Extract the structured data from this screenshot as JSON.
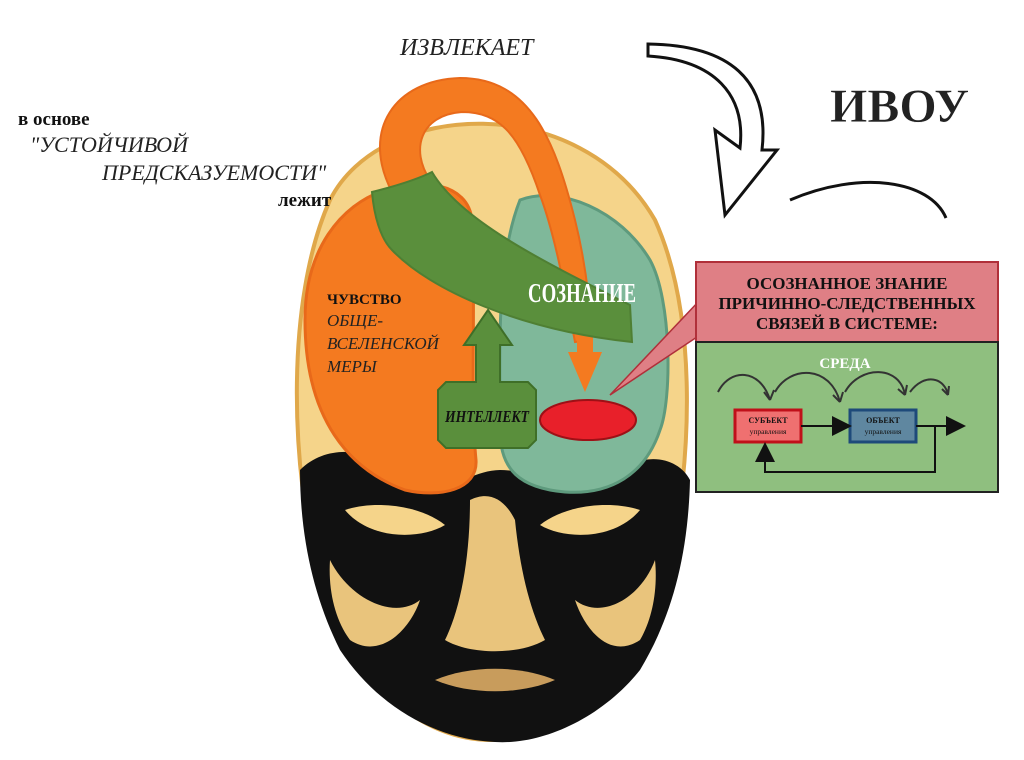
{
  "top_caption": {
    "extracts": "ИЗВЛЕКАЕТ",
    "basis_line1": "в основе",
    "basis_line2": "\"УСТОЙЧИВОЙ",
    "basis_line3": "ПРЕДСКАЗУЕМОСТИ\"",
    "basis_line4": "лежит"
  },
  "acronym": "ИВОУ",
  "brain": {
    "feeling_title": "ЧУВСТВО",
    "feeling_line1": "ОБЩЕ-",
    "feeling_line2": "ВСЕЛЕНСКОЙ",
    "feeling_line3": "МЕРЫ",
    "consciousness": "СОЗНАНИЕ",
    "intellect": "ИНТЕЛЛЕКТ"
  },
  "callout": {
    "line1": "ОСОЗНАННОЕ ЗНАНИЕ",
    "line2": "ПРИЧИННО-СЛЕДСТВЕННЫХ",
    "line3": "СВЯЗЕЙ В СИСТЕМЕ:"
  },
  "system": {
    "environment": "СРЕДА",
    "subject_line1": "СУБЪЕКТ",
    "subject_line2": "управления",
    "object_line1": "ОБЪЕКТ",
    "object_line2": "управления"
  },
  "colors": {
    "orange": "#f47a20",
    "dark_green": "#5a8f3c",
    "teal": "#7fb89a",
    "red": "#e8202a",
    "callout_pink": "#df7f85",
    "env_green": "#8fbf7f",
    "skin": "#f5d48a"
  }
}
